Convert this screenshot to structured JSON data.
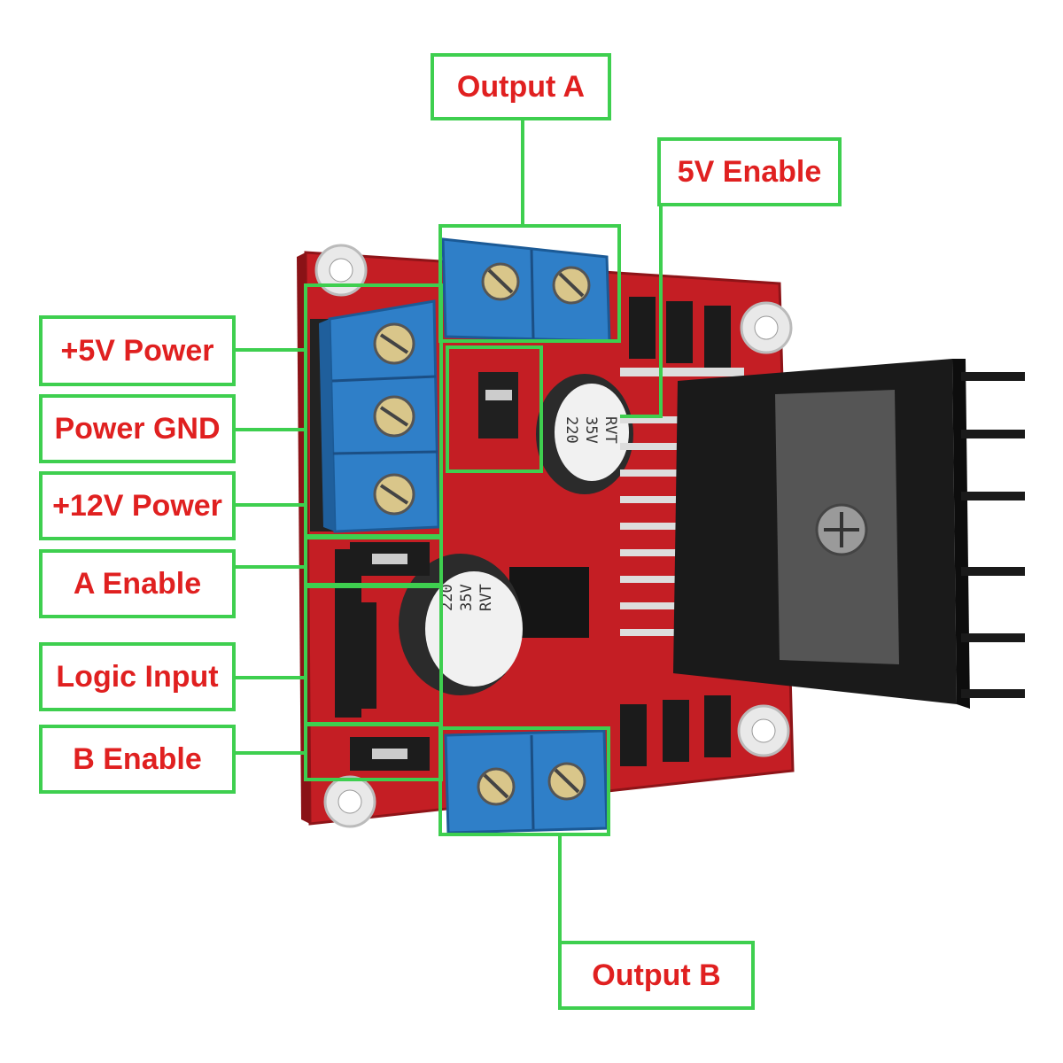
{
  "labels": {
    "output_a": "Output A",
    "enable_5v": "5V Enable",
    "power_5v": "+5V Power",
    "power_gnd": "Power GND",
    "power_12v": "+12V Power",
    "enable_a": "A Enable",
    "logic_input": "Logic Input",
    "enable_b": "B Enable",
    "output_b": "Output B"
  },
  "capacitor_marking": {
    "line1": "220",
    "line2": "35V",
    "line3": "RVT"
  },
  "colors": {
    "callout_border": "#3ecf4f",
    "callout_text": "#e02020",
    "pcb": "#d8262a",
    "terminal": "#2f7fc8",
    "heatsink": "#1a1a1a"
  }
}
